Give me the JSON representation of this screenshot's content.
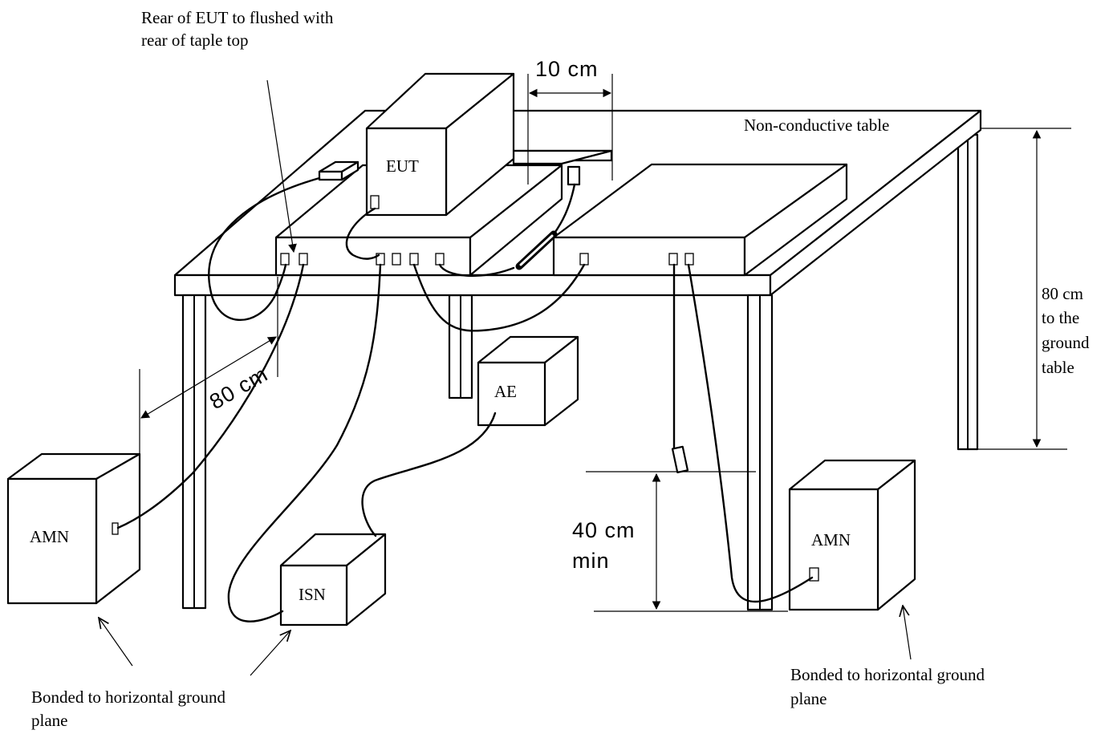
{
  "labels": {
    "rear_note_1": "Rear of EUT to flushed with",
    "rear_note_2": "rear of taple top",
    "dim_10cm": "10 cm",
    "table": "Non-conductive table",
    "eut": "EUT",
    "ae": "AE",
    "isn": "ISN",
    "amn_left": "AMN",
    "amn_right": "AMN",
    "dim_80cm_right_1": "80 cm",
    "dim_80cm_right_2": "to the",
    "dim_80cm_right_3": "ground",
    "dim_80cm_right_4": "table",
    "dim_80cm_left": "80 cm",
    "dim_40cm_1": "40 cm",
    "dim_40cm_2": "min",
    "bonded_left_1": "Bonded to horizontal ground",
    "bonded_left_2": "plane",
    "bonded_right_1": "Bonded to horizontal ground",
    "bonded_right_2": "plane"
  }
}
